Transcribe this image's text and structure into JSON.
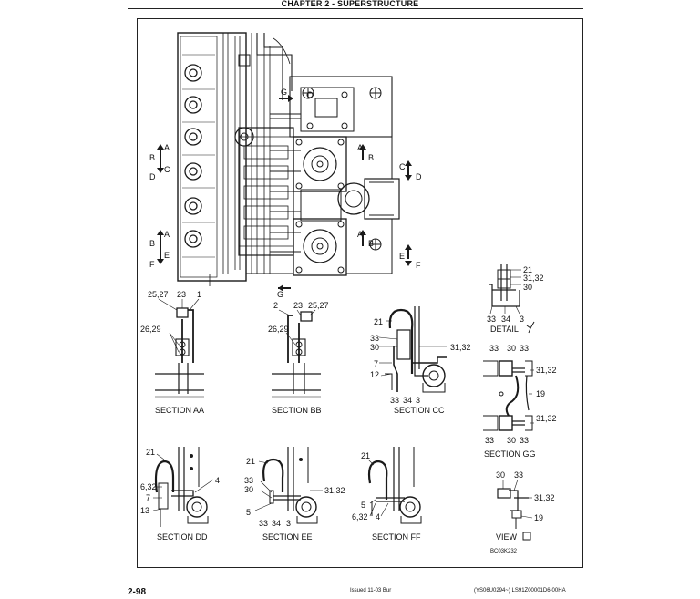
{
  "header": {
    "title": "CHAPTER 2 - SUPERSTRUCTURE"
  },
  "footer": {
    "page_number": "2-98",
    "issued": "Issued 11-03   Bur",
    "doc_ref": "(YS06U0294~)   LS91Z00001D6-00HA"
  },
  "drawing_code": "BC03K232",
  "arrows": {
    "a": "A",
    "b": "B",
    "c": "C",
    "d": "D",
    "e": "E",
    "f": "F",
    "g": "G"
  },
  "sections": {
    "aa": {
      "caption": "SECTION AA",
      "p1": "25,27",
      "p2": "23",
      "p3": "1",
      "p4": "26,29"
    },
    "bb": {
      "caption": "SECTION BB",
      "p1": "2",
      "p2": "23",
      "p3": "25,27",
      "p4": "26,29"
    },
    "cc": {
      "caption": "SECTION CC",
      "p1": "21",
      "p2": "33",
      "p3": "30",
      "p4": "31,32",
      "p5": "7",
      "p6": "12",
      "p7": "33",
      "p8": "34",
      "p9": "3"
    },
    "dd": {
      "caption": "SECTION DD",
      "p1": "21",
      "p2": "6,32",
      "p3": "7",
      "p4": "13",
      "p5": "4"
    },
    "ee": {
      "caption": "SECTION EE",
      "p1": "21",
      "p2": "33",
      "p3": "30",
      "p4": "31,32",
      "p5": "5",
      "p6": "33",
      "p7": "34",
      "p8": "3"
    },
    "ff": {
      "caption": "SECTION FF",
      "p1": "21",
      "p2": "5",
      "p3": "6,32",
      "p4": "4"
    },
    "gg": {
      "caption": "SECTION GG",
      "p1": "33",
      "p2": "30",
      "p3": "33",
      "p4": "31,32",
      "p5": "19",
      "p6": "31,32",
      "p7": "33",
      "p8": "30",
      "p9": "33"
    },
    "detail": {
      "caption": "DETAIL",
      "p1": "21",
      "p2": "31,32",
      "p3": "30",
      "p4": "33",
      "p5": "34",
      "p6": "3"
    },
    "view": {
      "caption": "VIEW",
      "p1": "30",
      "p2": "33",
      "p3": "31,32",
      "p4": "19"
    }
  }
}
